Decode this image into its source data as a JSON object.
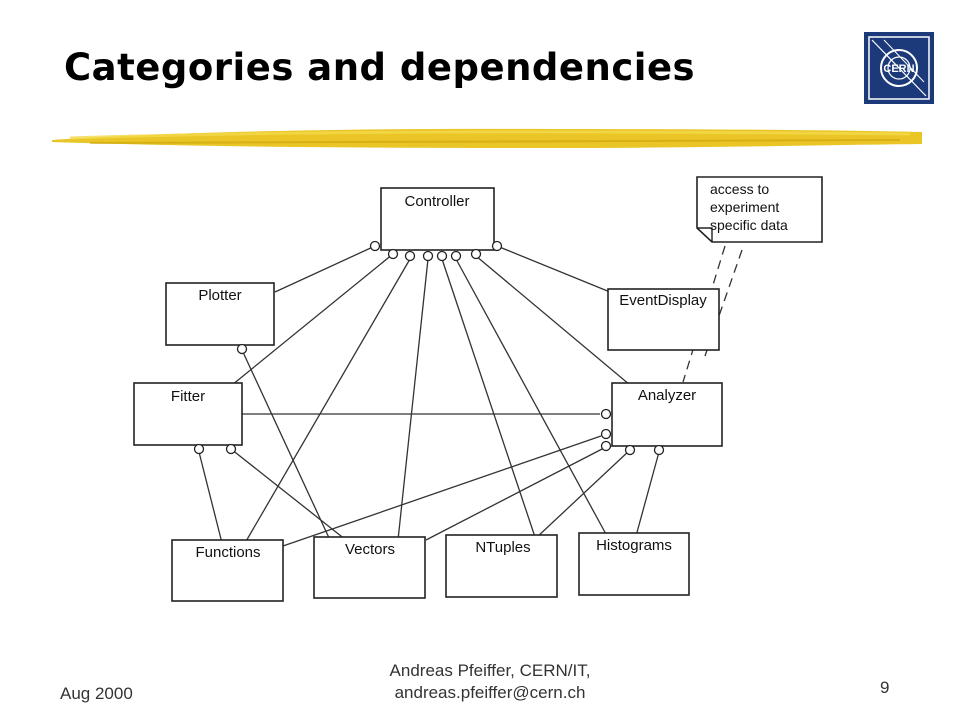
{
  "slide": {
    "title": "Categories and dependencies",
    "accent_color": "#e8c21a",
    "logo_color": "#1c3a7a"
  },
  "logo": {
    "text": "CERN"
  },
  "diagram": {
    "boxes": [
      {
        "id": "controller",
        "label": "Controller"
      },
      {
        "id": "plotter",
        "label": "Plotter"
      },
      {
        "id": "eventdisplay",
        "label": "EventDisplay"
      },
      {
        "id": "fitter",
        "label": "Fitter"
      },
      {
        "id": "analyzer",
        "label": "Analyzer"
      },
      {
        "id": "functions",
        "label": "Functions"
      },
      {
        "id": "vectors",
        "label": "Vectors"
      },
      {
        "id": "ntuples",
        "label": "NTuples"
      },
      {
        "id": "histograms",
        "label": "Histograms"
      }
    ],
    "note": {
      "line1": "access to",
      "line2": "experiment",
      "line3": "specific data"
    }
  },
  "footer": {
    "date": "Aug 2000",
    "author_line1": "Andreas Pfeiffer, CERN/IT,",
    "author_line2": "andreas.pfeiffer@cern.ch",
    "page_number": "9"
  }
}
